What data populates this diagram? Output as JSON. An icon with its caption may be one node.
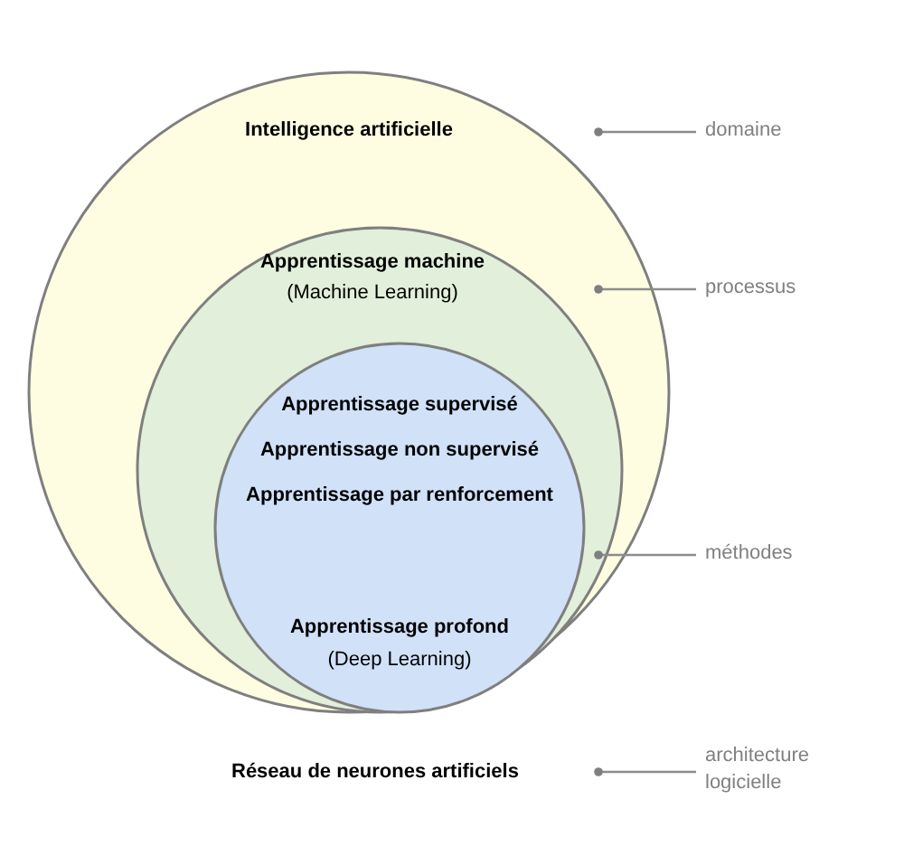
{
  "diagram": {
    "nodes": [
      {
        "text": [
          "Intelligence artificielle"
        ]
      },
      {
        "text": [
          "Apprentissage machine",
          "(Machine Learning)"
        ],
        "in": 0
      },
      {
        "text": [
          "Apprentissage supervisé",
          "Apprentissage non supervisé",
          "Apprentissage par renforcement",
          "Apprentissage profond",
          "(Deep Learning)"
        ],
        "in": 1
      },
      {
        "text": [
          "Réseau de neurones artificiels"
        ]
      },
      {
        "text": [
          "domaine"
        ]
      },
      {
        "text": [
          "processus"
        ]
      },
      {
        "text": [
          "méthodes"
        ]
      },
      {
        "text": [
          "architecture logicielle"
        ]
      }
    ],
    "edges": [
      {
        "from": 4,
        "to": 0,
        "arrow": "other"
      },
      {
        "from": 5,
        "to": 1,
        "arrow": "other"
      },
      {
        "from": 6,
        "to": 2,
        "arrow": "other"
      },
      {
        "from": 7,
        "to": 3,
        "arrow": "other"
      }
    ]
  }
}
